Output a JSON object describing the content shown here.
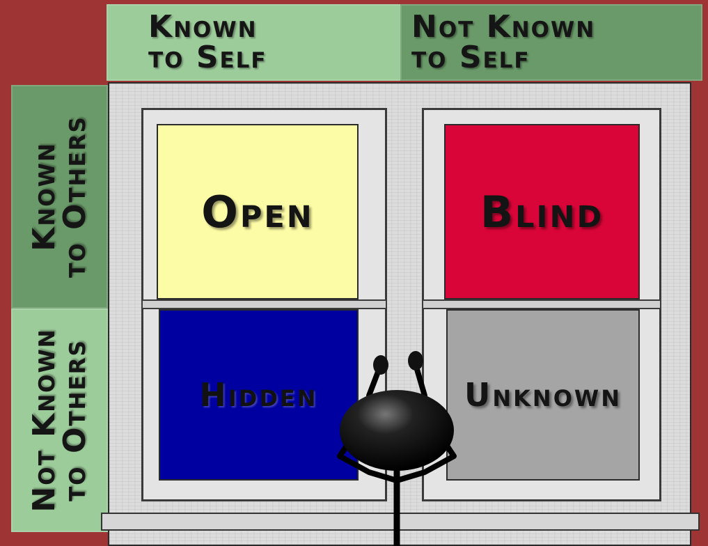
{
  "headers": {
    "top_left": [
      "Known",
      "to Self"
    ],
    "top_right": [
      "Not Known",
      "to Self"
    ],
    "side_top": [
      "Known",
      "to Others"
    ],
    "side_bottom": [
      "Not Known",
      "to Others"
    ]
  },
  "panes": {
    "open": "Open",
    "blind": "Blind",
    "hidden": "Hidden",
    "unknown": "Unknown"
  },
  "colors": {
    "background": "#9e3433",
    "header_light": "#9dcc9b",
    "header_dark": "#6a9a69",
    "open": "#fdfca6",
    "blind": "#d90538",
    "hidden": "#0000a0",
    "unknown": "#a5a5a5"
  }
}
